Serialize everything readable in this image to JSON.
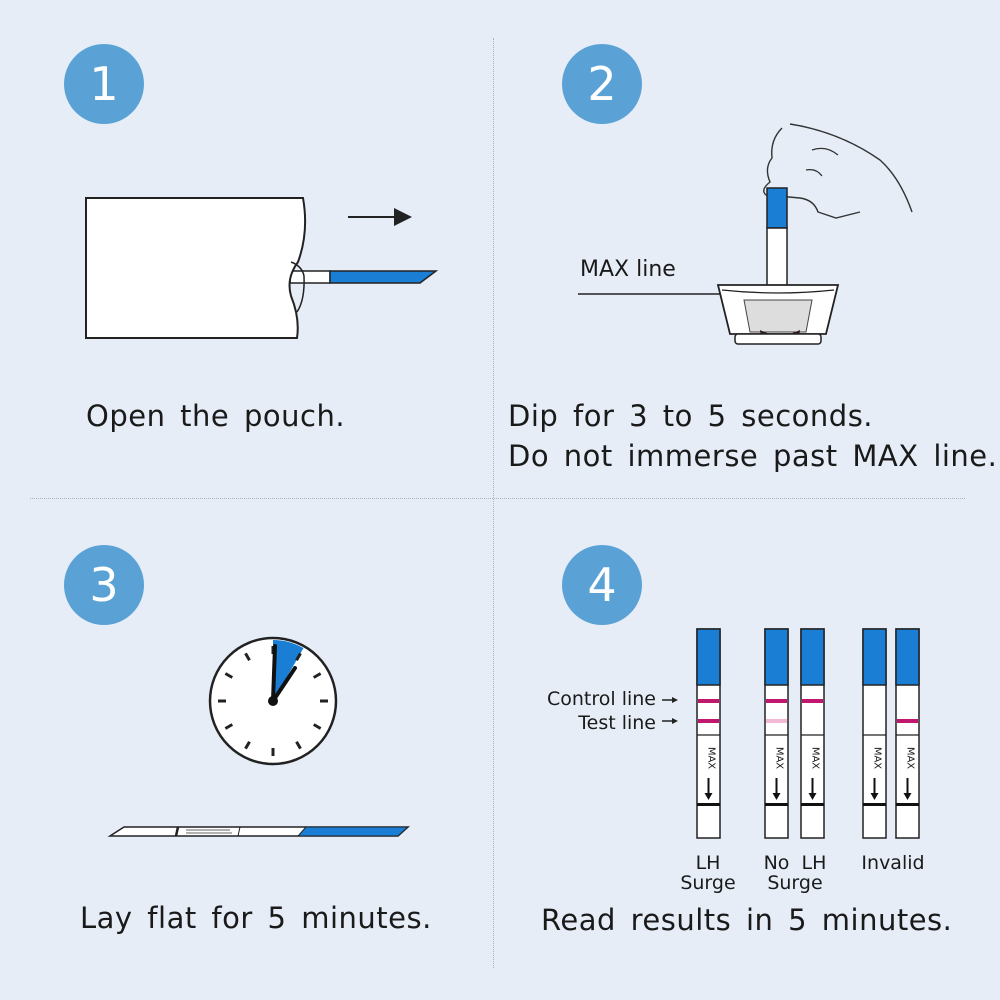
{
  "steps": [
    {
      "number": "1",
      "caption": "Open the pouch."
    },
    {
      "number": "2",
      "caption_line1": "Dip for 3 to 5 seconds.",
      "caption_line2": "Do not immerse past MAX line.",
      "callout": "MAX line"
    },
    {
      "number": "3",
      "caption": "Lay flat for 5 minutes."
    },
    {
      "number": "4",
      "caption": "Read results in 5 minutes.",
      "labels": {
        "control": "Control line",
        "test": "Test line"
      },
      "strip_marking": "MAX",
      "groups": [
        {
          "line1": "LH",
          "line2": "Surge"
        },
        {
          "line1": "No  LH",
          "line2": "Surge"
        },
        {
          "line1": "Invalid"
        }
      ]
    }
  ],
  "colors": {
    "accent": "#5aa2d6",
    "strip_blue": "#1a7fd4",
    "line_magenta": "#c0186e",
    "line_faint": "#f2b9d4",
    "background": "#e6edf7"
  }
}
